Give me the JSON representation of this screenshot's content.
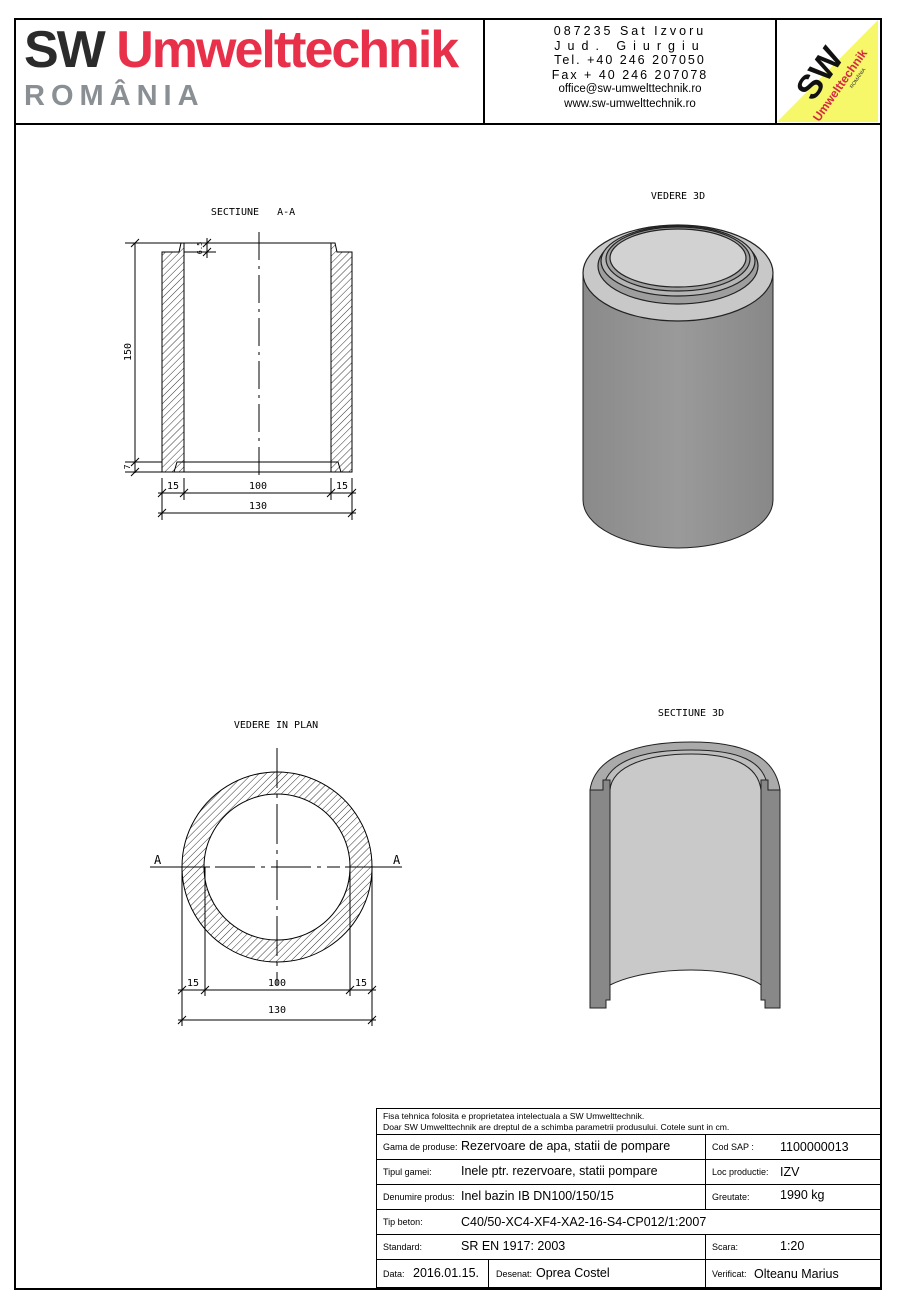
{
  "header": {
    "logo_sw": "SW",
    "logo_umwelt": "Umwelttechnik",
    "logo_country": "ROMÂNIA",
    "address_line1": "087235 Sat Izvoru",
    "address_line2": "Jud. Giurgiu",
    "tel": "Tel. +40 246 207050",
    "fax": "Fax + 40 246 207078",
    "email": "office@sw-umwelttechnik.ro",
    "web": "www.sw-umwelttechnik.ro",
    "badge_sw": "SW",
    "badge_text": "Umwelttechnik",
    "badge_country": "ROMÂNIA",
    "colors": {
      "brand_red": "#e8304a",
      "brand_dark": "#2b2b2b",
      "brand_grey": "#8a8f94",
      "badge_yellow": "#f7f76a"
    }
  },
  "views": {
    "section_aa": {
      "title": "SECTIUNE   A-A",
      "dim_height": "150",
      "dim_top": "6.5",
      "dim_bottom": "7",
      "dim_wall_left": "15",
      "dim_inner": "100",
      "dim_wall_right": "15",
      "dim_outer": "130"
    },
    "view_3d": {
      "title": "VEDERE 3D"
    },
    "plan": {
      "title": "VEDERE IN PLAN",
      "cut_left": "A",
      "cut_right": "A",
      "dim_wall_left": "15",
      "dim_inner": "100",
      "dim_wall_right": "15",
      "dim_outer": "130"
    },
    "section_3d": {
      "title": "SECTIUNE 3D"
    }
  },
  "title_block": {
    "notice_line1": "Fisa tehnica folosita e proprietatea intelectuala a SW Umwelttechnik.",
    "notice_line2": "Doar SW Umwelttechnik are dreptul de a schimba parametrii produsului. Cotele sunt in cm.",
    "gama_label": "Gama de produse:",
    "gama_value": "Rezervoare de apa, statii de pompare",
    "cod_label": "Cod SAP :",
    "cod_value": "1100000013",
    "tip_gamei_label": "Tipul gamei:",
    "tip_gamei_value": "Inele ptr. rezervoare, statii pompare",
    "loc_label": "Loc productie:",
    "loc_value": "IZV",
    "denumire_label": "Denumire produs:",
    "denumire_value": "Inel bazin IB DN100/150/15",
    "greutate_label": "Greutate:",
    "greutate_value": "1990 kg",
    "beton_label": "Tip beton:",
    "beton_value": "C40/50-XC4-XF4-XA2-16-S4-CP012/1:2007",
    "standard_label": "Standard:",
    "standard_value": "SR EN 1917: 2003",
    "scara_label": "Scara:",
    "scara_value": "1:20",
    "data_label": "Data:",
    "data_value": "2016.01.15.",
    "desenat_label": "Desenat:",
    "desenat_value": "Oprea Costel",
    "verificat_label": "Verificat:",
    "verificat_value": "Olteanu Marius"
  }
}
